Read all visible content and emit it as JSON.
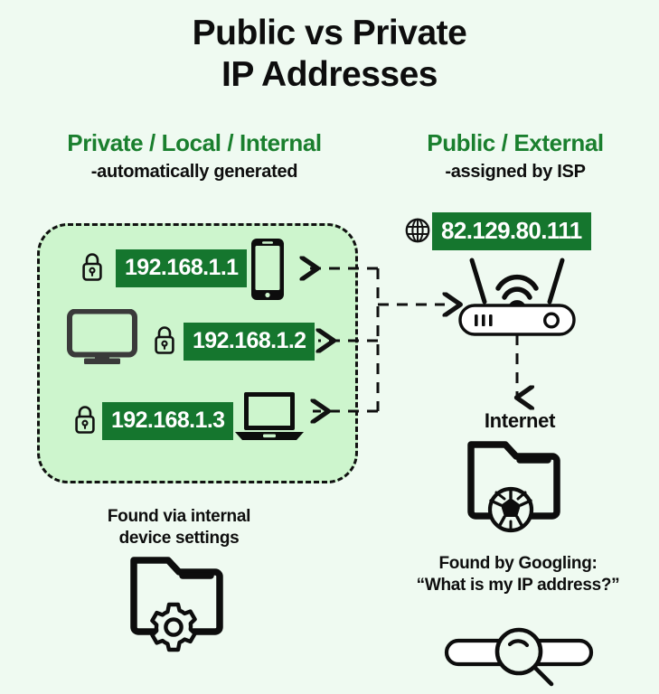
{
  "title": {
    "line1": "Public vs Private",
    "line2": "IP Addresses"
  },
  "colors": {
    "page_background": "#effaf1",
    "lan_box_fill": "#cdf5cd",
    "badge_green": "#15762e",
    "heading_green": "#1a7f2e",
    "ink": "#0d0d0d",
    "device_gray": "#3a3a3a"
  },
  "private_column": {
    "heading": "Private / Local / Internal",
    "subheading": "-automatically generated",
    "devices": [
      {
        "ip": "192.168.1.1",
        "device": "smartphone",
        "lock_icon": "lock-icon"
      },
      {
        "ip": "192.168.1.2",
        "device": "desktop-monitor",
        "lock_icon": "lock-icon"
      },
      {
        "ip": "192.168.1.3",
        "device": "laptop",
        "lock_icon": "lock-icon"
      }
    ],
    "caption": {
      "line1": "Found via internal",
      "line2": "device settings"
    },
    "caption_icon": "folder-gear-icon"
  },
  "public_column": {
    "heading": "Public / External",
    "subheading": "-assigned by ISP",
    "ip": "82.129.80.111",
    "ip_icon": "globe-icon",
    "router_icon": "wifi-router-icon",
    "internet_label": "Internet",
    "internet_icon": "folder-globe-ball-icon",
    "caption": {
      "line1": "Found by Googling:",
      "line2": "“What is my IP address?”"
    },
    "caption_icon": "search-bar-icon"
  }
}
